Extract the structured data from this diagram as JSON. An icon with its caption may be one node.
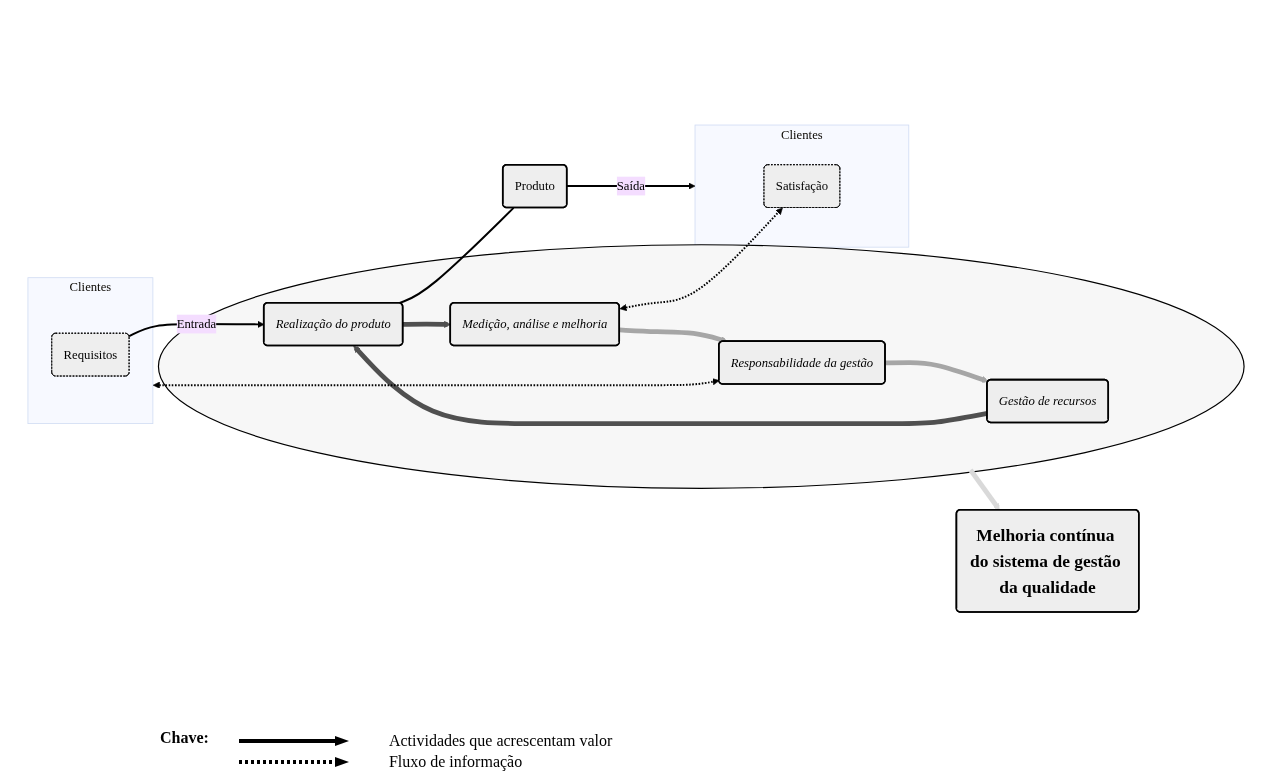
{
  "diagram": {
    "nodes": [
      {
        "text": [
          "Melhoria contínua do sistema de gestão da qualidade"
        ]
      },
      {
        "text": [
          "Clientes"
        ]
      },
      {
        "text": [
          "Requisitos"
        ],
        "in": 1
      },
      {
        "text": [],
        "shape": "circle"
      },
      {
        "text": [
          "Responsabilidade da gestão"
        ],
        "in": 3
      },
      {
        "text": [
          "Gestão de recursos"
        ],
        "in": 3
      },
      {
        "text": [
          "Medição, análise e melhoria"
        ],
        "in": 3
      },
      {
        "text": [
          "Realização do produto"
        ],
        "in": 3
      },
      {
        "text": [
          "Produto"
        ]
      },
      {
        "text": [
          "Clientes"
        ]
      },
      {
        "text": [
          "Satisfação"
        ],
        "in": 9
      }
    ],
    "edges": [
      {
        "from": 1,
        "to": 4,
        "arrow": "both",
        "style": "dashed"
      },
      {
        "from": 4,
        "to": 5,
        "arrow": "to",
        "style": "thick",
        "color": "#a6a6a6"
      },
      {
        "from": 5,
        "to": 7,
        "arrow": "to",
        "style": "thick",
        "color": "#505050"
      },
      {
        "from": 7,
        "to": 6,
        "arrow": "to",
        "style": "thick",
        "color": "#505050"
      },
      {
        "from": 6,
        "to": 4,
        "arrow": "to",
        "style": "thick",
        "color": "#a6a6a6"
      },
      {
        "from": 3,
        "to": 0,
        "arrow": "to",
        "style": "thick",
        "color": "#d9d9d9"
      },
      {
        "from": 6,
        "to": 10,
        "arrow": "both",
        "style": "dashed"
      },
      {
        "from": 2,
        "to": 7,
        "label": "Entrada",
        "arrow": "to"
      },
      {
        "from": 7,
        "to": 8,
        "arrow": "none"
      },
      {
        "from": 8,
        "to": 9,
        "label": "Saída",
        "arrow": "to"
      }
    ],
    "labels": [
      "Chave:"
    ],
    "legend": [
      {
        "text": "Actividades que acrescentam valor"
      },
      {
        "text": "Fluxo de informação"
      }
    ]
  }
}
